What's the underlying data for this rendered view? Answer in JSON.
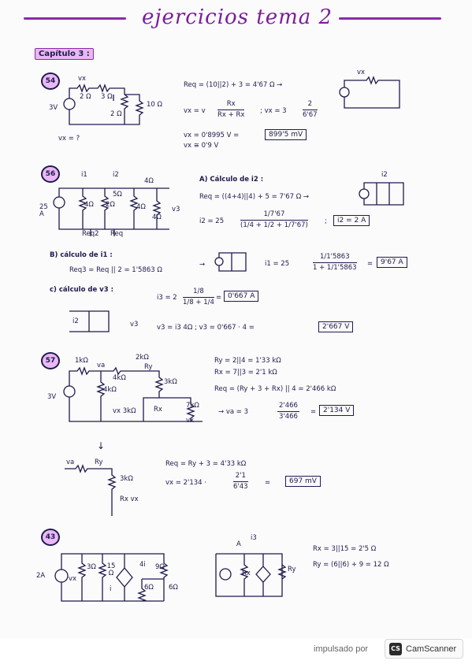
{
  "title": "ejercicios tema 2",
  "chapter": "Capítulo 3 :",
  "ex54": {
    "num": "54",
    "lbl_vx": "vx",
    "lbl_r1": "2 Ω",
    "lbl_r2": "3 Ω",
    "lbl_r3": "2 Ω",
    "lbl_r4": "10 Ω",
    "lbl_src": "3V",
    "question": "vx = ?",
    "req": "Req = (10||2) + 3 = 4'67 Ω →",
    "vx_eq_left": "vx = v",
    "vx_num": "Rx",
    "vx_den": "Rx + Rx",
    "vx_eq_mid": "; vx = 3",
    "vx_num2": "2",
    "vx_den2": "6'67",
    "vx_val": "vx = 0'8995 V =",
    "vx_box": "899'5 mV",
    "vx_approx": "vx ≅ 0'9 V",
    "side_vx": "vx"
  },
  "ex56": {
    "num": "56",
    "lbl_i1": "i1",
    "lbl_i2": "i2",
    "lbl_5": "5Ω",
    "lbl_4a": "4Ω",
    "lbl_4b": "4Ω",
    "lbl_4c": "4Ω",
    "lbl_4d": "4Ω",
    "lbl_2": "2Ω",
    "lbl_src": "25 A",
    "lbl_v3": "v3",
    "lbl_req2": "Req2",
    "lbl_req": "Req",
    "a_title": "A) Cálculo de i2 :",
    "a_req": "Req = ((4+4)||4) + 5 = 7'67 Ω →",
    "a_i2_left": "i2 = 25",
    "a_i2_num": "1/7'67",
    "a_i2_den": "(1/4 + 1/2 + 1/7'67)",
    "a_sep": ";",
    "a_box": "i2 = 2 A",
    "b_title": "B) cálculo de i1 :",
    "b_req": "Req3 = Req || 2 = 1'5863 Ω",
    "b_arrow": "→",
    "b_i1_left": "i1 = 25",
    "b_i1_num": "1/1'5863",
    "b_i1_den": "1 + 1/1'5863",
    "b_eq": "=",
    "b_box": "9'67 A",
    "c_title": "c) cálculo de v3 :",
    "c_i3_left": "i3 = 2",
    "c_i3_num": "1/8",
    "c_i3_den": "1/8 + 1/4",
    "c_eq": "=",
    "c_box": "0'667 A",
    "c_v3": "v3 = i3 4Ω   ;   v3 = 0'667 · 4 =",
    "c_v3_box": "2'667 V",
    "c_lbl_i2": "i2",
    "c_lbl_v3": "v3"
  },
  "ex57": {
    "num": "57",
    "lbl_1k": "1kΩ",
    "lbl_va": "va",
    "lbl_2k": "2kΩ",
    "lbl_ry": "Ry",
    "lbl_4ka": "4kΩ",
    "lbl_4kb": "4kΩ",
    "lbl_3k": "3kΩ",
    "lbl_3v": "3V",
    "lbl_vx3k": "vx 3kΩ",
    "lbl_rx": "Rx",
    "lbl_7k": "7kΩ",
    "lbl_vx": "vx",
    "ry": "Ry = 2||4 = 1'33 kΩ",
    "rx": "Rx = 7||3 = 2'1 kΩ",
    "req": "Req = (Ry + 3 + Rx) || 4 = 2'466 kΩ",
    "va_left": "→ va = 3",
    "va_num": "2'466",
    "va_den": "3'466",
    "va_eq": "=",
    "va_box": "2'134 V",
    "down": "↓",
    "lbl_va2": "va",
    "lbl_ry2": "Ry",
    "lbl_3k2": "3kΩ",
    "lbl_rx2": "Rx vx",
    "req2": "Req = Ry + 3 = 4'33 kΩ",
    "vx_left": "vx = 2'134 ·",
    "vx_num": "2'1",
    "vx_den": "6'43",
    "vx_eq": "=",
    "vx_box": "697 mV"
  },
  "ex43": {
    "num": "43",
    "lbl_2a": "2A",
    "lbl_vx": "vx",
    "lbl_3": "3Ω",
    "lbl_15": "15 Ω",
    "lbl_i": "i",
    "lbl_4i": "4i",
    "lbl_9": "9Ω",
    "lbl_6a": "6Ω",
    "lbl_6b": "6Ω",
    "lbl_a": "A",
    "lbl_i3": "i3",
    "lbl_rx": "Rx",
    "lbl_ry": "Ry",
    "rx": "Rx = 3||15 = 2'5 Ω",
    "ry": "Ry = (6||6) + 9 = 12 Ω"
  },
  "footer": {
    "powered": "impulsado por",
    "brand": "CamScanner",
    "logo": "CS"
  }
}
